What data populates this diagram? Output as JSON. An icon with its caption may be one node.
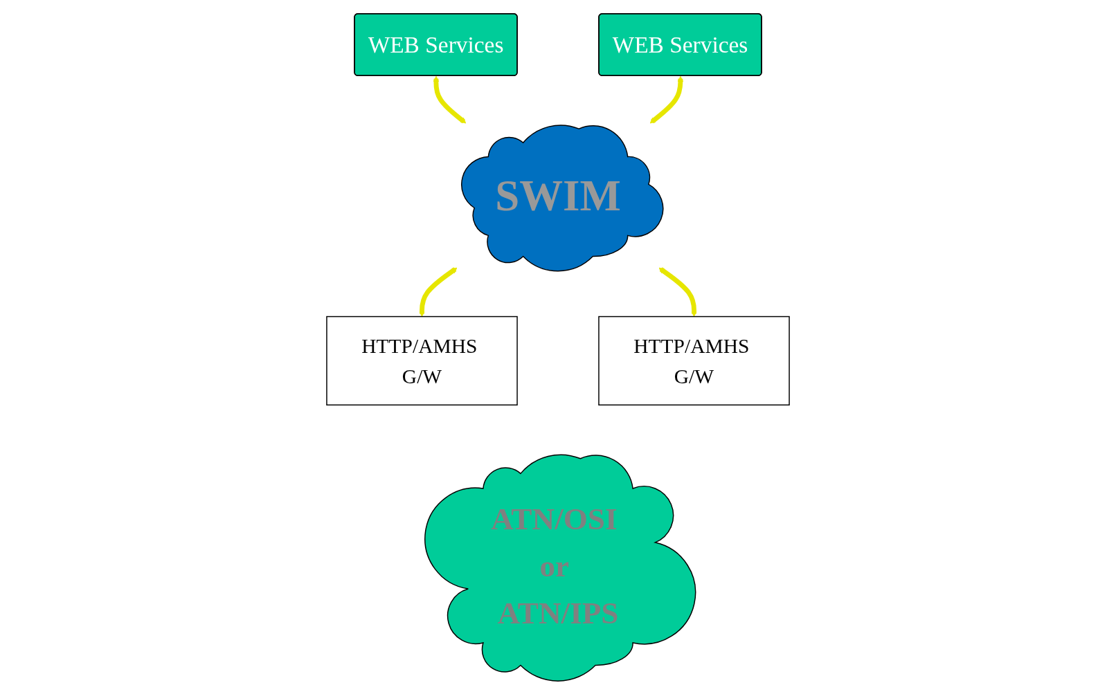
{
  "diagram": {
    "nodes": [
      {
        "text": [
          "WEB Services"
        ]
      },
      {
        "text": [
          "WEB Services"
        ]
      },
      {
        "text": [
          "SWIM"
        ]
      },
      {
        "text": [
          "HTTP/AMHS G/W"
        ]
      },
      {
        "text": [
          "HTTP/AMHS G/W"
        ]
      },
      {
        "text": [
          "ATN/OSI or ATN/IPS"
        ]
      }
    ],
    "edges": [
      {
        "from": 0,
        "to": 2,
        "arrow": "both"
      },
      {
        "from": 1,
        "to": 2,
        "arrow": "both"
      },
      {
        "from": 2,
        "to": 3,
        "arrow": "both"
      },
      {
        "from": 2,
        "to": 4,
        "arrow": "both"
      }
    ]
  }
}
